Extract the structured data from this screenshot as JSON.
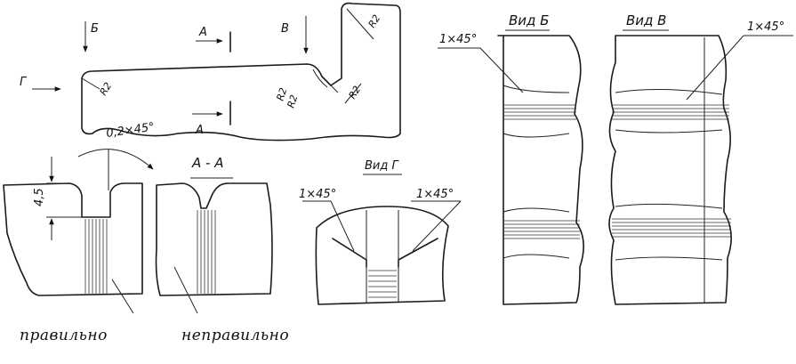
{
  "labels": {
    "view_b_arrow": "Б",
    "view_v_arrow": "В",
    "view_g_arrow": "Г",
    "section_a_top": "А",
    "section_a_bottom": "А",
    "radius_r2": "R2",
    "chamfer_02x45": "0,2×45°",
    "dim_45": "4,5",
    "section_aa": "А - А",
    "view_g_title": "Вид Г",
    "chamfer_1x45": "1×45°",
    "view_b_title": "Вид Б",
    "view_v_title": "Вид В",
    "caption_correct": "правильно",
    "caption_incorrect": "неправильно"
  }
}
